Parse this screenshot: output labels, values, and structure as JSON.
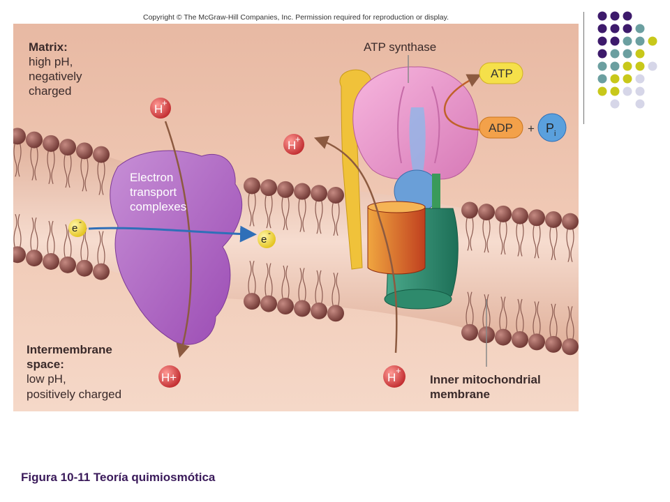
{
  "copyright": "Copyright © The McGraw-Hill Companies, Inc. Permission required for reproduction or display.",
  "caption": "Figura 10-11 Teoría quimiosmótica",
  "diagram": {
    "matrix": {
      "title": "Matrix:",
      "line1": "high pH,",
      "line2": "negatively",
      "line3": "charged"
    },
    "intermembrane": {
      "title1": "Intermembrane",
      "title2": "space:",
      "line1": "low pH,",
      "line2": "positively charged"
    },
    "etc": {
      "line1": "Electron",
      "line2": "transport",
      "line3": "complexes"
    },
    "atp_synthase": "ATP synthase",
    "atp": "ATP",
    "adp": "ADP",
    "plus": "+",
    "pi": {
      "base": "P",
      "sub": "i"
    },
    "membrane": {
      "line1": "Inner mitochondrial",
      "line2": "membrane"
    },
    "h_plus": {
      "base": "H",
      "sup": "+"
    },
    "h_plus_bottom_left": "H+",
    "electron": {
      "base": "e",
      "sup": "-"
    }
  },
  "colors": {
    "background": "#f2d0bc",
    "lipid_head": "#8a4a45",
    "etc_complex": "#b56ac6",
    "h_ion": "#d9474a",
    "electron": "#f2dc3a",
    "atp": "#f5e04a",
    "adp": "#f3a14a",
    "pi": "#5aa0dd",
    "arrow_blue": "#2f6fb8",
    "arrow_brown": "#8c5a40"
  },
  "decoration_dots": [
    [
      "#3d1a6b",
      "#3d1a6b",
      "#3d1a6b",
      "",
      "",
      ""
    ],
    [
      "#3d1a6b",
      "#3d1a6b",
      "#3d1a6b",
      "#6b9fa0",
      "",
      ""
    ],
    [
      "#3d1a6b",
      "#3d1a6b",
      "#6b9fa0",
      "#6b9fa0",
      "#c8c81a",
      ""
    ],
    [
      "#3d1a6b",
      "#6b9fa0",
      "#6b9fa0",
      "#c8c81a",
      "",
      ""
    ],
    [
      "#6b9fa0",
      "#6b9fa0",
      "#c8c81a",
      "#c8c81a",
      "#d6d6e8",
      ""
    ],
    [
      "#6b9fa0",
      "#c8c81a",
      "#c8c81a",
      "#d6d6e8",
      "",
      ""
    ],
    [
      "#c8c81a",
      "#c8c81a",
      "#d6d6e8",
      "#d6d6e8",
      "",
      ""
    ],
    [
      "",
      "#d6d6e8",
      "",
      "#d6d6e8",
      "",
      ""
    ]
  ]
}
